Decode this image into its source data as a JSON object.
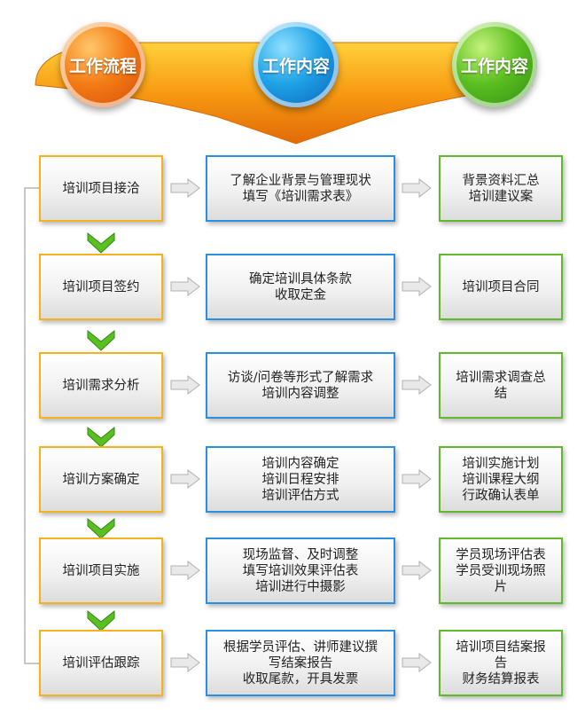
{
  "header": {
    "circles": [
      {
        "label": "工作流程",
        "color": "#f47c16"
      },
      {
        "label": "工作内容",
        "color": "#1fa2e6"
      },
      {
        "label": "工作内容",
        "color": "#5bbf21"
      }
    ]
  },
  "rows": [
    {
      "step": "培训项目接洽",
      "detail": [
        "了解企业背景与管理现状",
        "填写《培训需求表》"
      ],
      "result": [
        "背景资料汇总",
        "培训建议案"
      ]
    },
    {
      "step": "培训项目签约",
      "detail": [
        "确定培训具体条款",
        "收取定金"
      ],
      "result": [
        "培训项目合同"
      ]
    },
    {
      "step": "培训需求分析",
      "detail": [
        "访谈/问卷等形式了解需求",
        "培训内容调整"
      ],
      "result": [
        "培训需求调查总",
        "结"
      ]
    },
    {
      "step": "培训方案确定",
      "detail": [
        "培训内容确定",
        "培训日程安排",
        "培训评估方式"
      ],
      "result": [
        "培训实施计划",
        "培训课程大纲",
        "行政确认表单"
      ]
    },
    {
      "step": "培训项目实施",
      "detail": [
        "现场监督、及时调整",
        "填写培训效果评估表",
        "培训进行中摄影"
      ],
      "result": [
        "学员现场评估表",
        "学员受训现场照",
        "片"
      ]
    },
    {
      "step": "培训评估跟踪",
      "detail": [
        "根据学员评估、讲师建议撰",
        "写结案报告",
        "收取尾款，开具发票"
      ],
      "result": [
        "培训项目结案报",
        "告",
        "财务结算报表"
      ]
    }
  ],
  "colors": {
    "step_border": "#f6b11c",
    "detail_border": "#2a8fe0",
    "result_border": "#61b82a",
    "check": "#5bbf21"
  }
}
